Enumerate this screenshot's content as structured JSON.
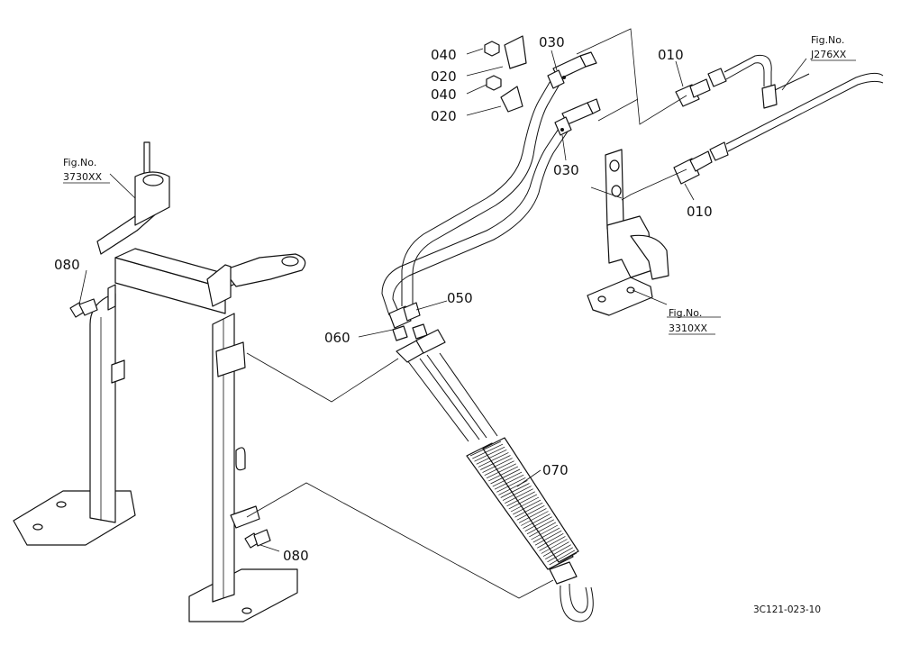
{
  "callouts": {
    "c040a": "040",
    "c020a": "020",
    "c040b": "040",
    "c020b": "020",
    "c030a": "030",
    "c030b": "030",
    "c010a": "010",
    "c010b": "010",
    "c050": "050",
    "c060": "060",
    "c070": "070",
    "c080a": "080",
    "c080b": "080"
  },
  "figure_refs": {
    "r3730": {
      "label": "Fig.No.",
      "number": "3730XX"
    },
    "rJ276": {
      "label": "Fig.No.",
      "number": "J276XX"
    },
    "r3310": {
      "label": "Fig.No.",
      "number": "3310XX"
    }
  },
  "drawing_code": "3C121-023-10"
}
